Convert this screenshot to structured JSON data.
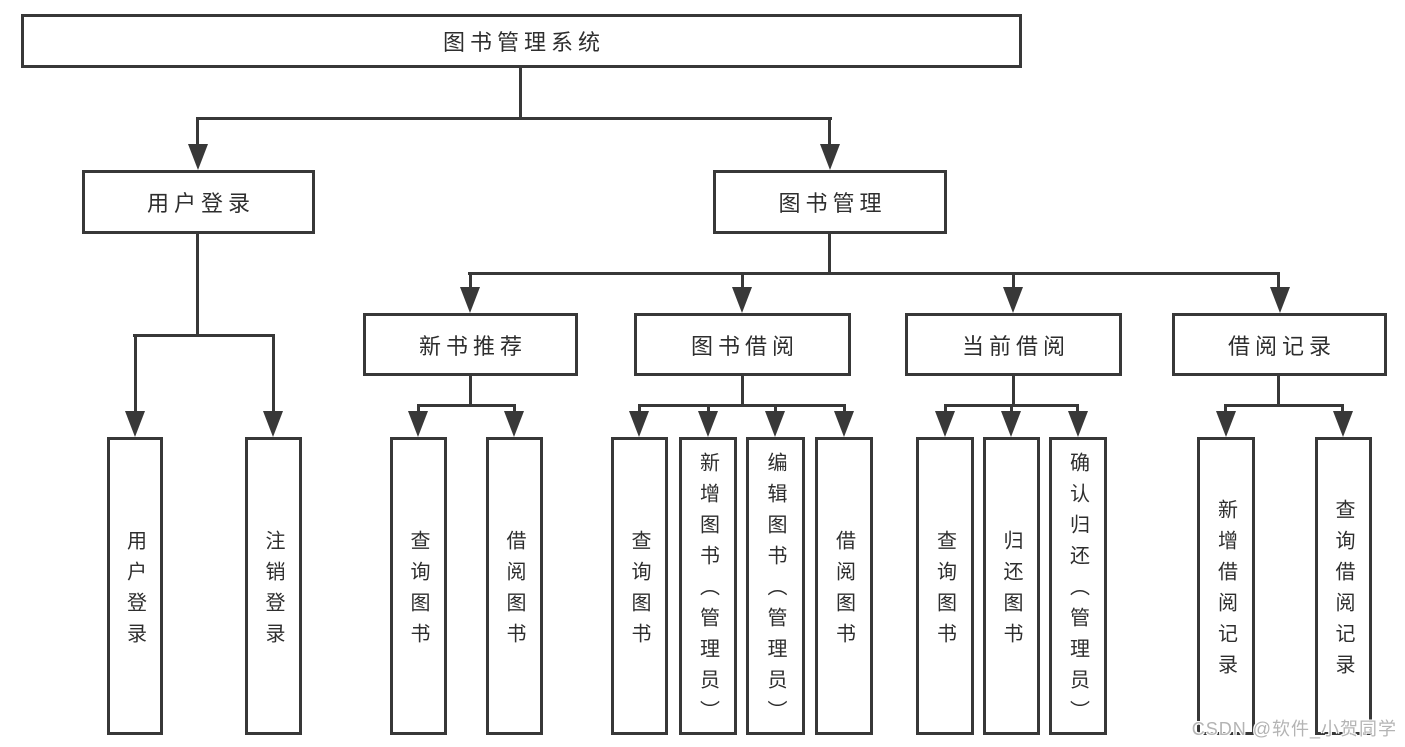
{
  "nodes": {
    "root": {
      "label": "图书管理系统"
    },
    "user_login": {
      "label": "用户登录"
    },
    "book_management": {
      "label": "图书管理"
    },
    "new_book_recommend": {
      "label": "新书推荐"
    },
    "book_borrow": {
      "label": "图书借阅"
    },
    "current_borrow": {
      "label": "当前借阅"
    },
    "borrow_records": {
      "label": "借阅记录"
    },
    "login_user": {
      "label": "用户登录"
    },
    "logout_user": {
      "label": "注销登录"
    },
    "rec_query_book": {
      "label": "查询图书"
    },
    "rec_borrow_book": {
      "label": "借阅图书"
    },
    "bb_query_book": {
      "label": "查询图书"
    },
    "bb_add_book": {
      "label": "新增图书（管理员）"
    },
    "bb_edit_book": {
      "label": "编辑图书（管理员）"
    },
    "bb_borrow_book": {
      "label": "借阅图书"
    },
    "cb_query_book": {
      "label": "查询图书"
    },
    "cb_return_book": {
      "label": "归还图书"
    },
    "cb_confirm_return": {
      "label": "确认归还（管理员）"
    },
    "br_add_record": {
      "label": "新增借阅记录"
    },
    "br_query_record": {
      "label": "查询借阅记录"
    }
  },
  "watermark": {
    "text": "CSDN @软件_小贺同学"
  },
  "colors": {
    "line": "#383838",
    "text": "#2e2e2e",
    "watermark": "#b4b4b4",
    "background": "#ffffff"
  }
}
